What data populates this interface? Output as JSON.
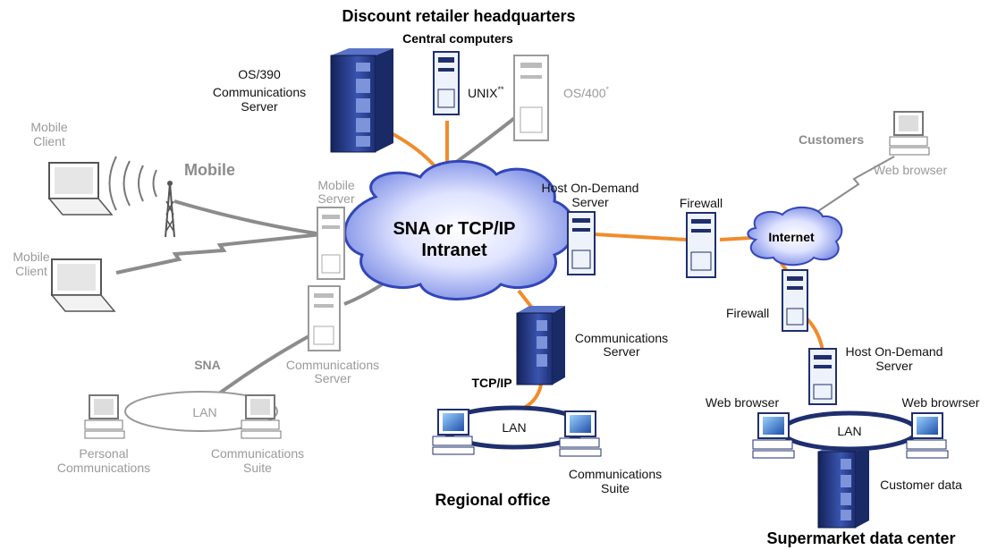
{
  "headings": {
    "hq": "Discount retailer headquarters",
    "central": "Central computers",
    "regional": "Regional office",
    "datacenter": "Supermarket data center"
  },
  "clouds": {
    "intranet_line1": "SNA or TCP/IP",
    "intranet_line2": "Intranet",
    "internet": "Internet"
  },
  "labels": {
    "os390": "OS/390",
    "comm_server_hq_1": "Communications",
    "comm_server_hq_2": "Server",
    "unix": "UNIX",
    "unix_mark": "**",
    "os400": "OS/400",
    "os400_mark": "*",
    "mobile_client_top_1": "Mobile",
    "mobile_client_top_2": "Client",
    "mobile": "Mobile",
    "mobile_client_bottom_1": "Mobile",
    "mobile_client_bottom_2": "Client",
    "mobile_server_1": "Mobile",
    "mobile_server_2": "Server",
    "hod_server_top_1": "Host On-Demand",
    "hod_server_top_2": "Server",
    "firewall_top": "Firewall",
    "customers": "Customers",
    "web_browser_customers": "Web browser",
    "firewall_right": "Firewall",
    "hod_server_right_1": "Host On-Demand",
    "hod_server_right_2": "Server",
    "web_browser_left": "Web browser",
    "web_browser_right": "Web browrser",
    "lan_datacenter": "LAN",
    "customer_data": "Customer data",
    "sna": "SNA",
    "comm_server_left_1": "Communications",
    "comm_server_left_2": "Server",
    "lan_left": "LAN",
    "personal_comm_1": "Personal",
    "personal_comm_2": "Communications",
    "comm_suite_left_1": "Communications",
    "comm_suite_left_2": "Suite",
    "comm_server_regional_1": "Communications",
    "comm_server_regional_2": "Server",
    "tcpip": "TCP/IP",
    "lan_regional": "LAN",
    "comm_suite_regional_1": "Communications",
    "comm_suite_regional_2": "Suite"
  },
  "colors": {
    "orange_link": "#f08c2c",
    "gray_link": "#8c8c8c",
    "cloud_blue": "#5a6fd6",
    "server_navy": "#1f2f6e"
  }
}
